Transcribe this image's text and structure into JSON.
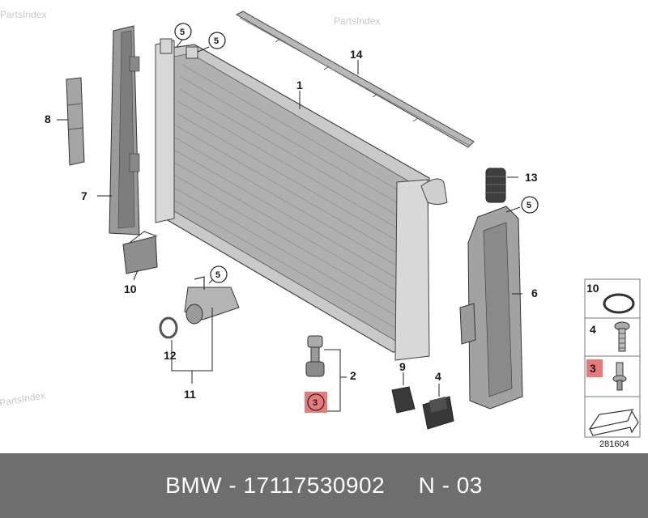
{
  "watermarks": [
    "PartsIndex",
    "PartsIndex",
    "PartsIndex"
  ],
  "callouts": {
    "c1": "1",
    "c2": "2",
    "c3": "3",
    "c4": "4",
    "c5a": "5",
    "c5b": "5",
    "c5c": "5",
    "c5d": "5",
    "c6": "6",
    "c7": "7",
    "c8": "8",
    "c9": "9",
    "c10": "10",
    "c11": "11",
    "c12": "12",
    "c13": "13",
    "c14": "14"
  },
  "highlight_color": "#e87a7a",
  "legend": {
    "items": [
      {
        "number": "10",
        "icon": "o-ring-icon"
      },
      {
        "number": "4",
        "icon": "screw-icon"
      },
      {
        "number": "3",
        "icon": "bolt-icon"
      }
    ],
    "code": "281604"
  },
  "footer": {
    "brand": "BMW",
    "separator1": " - ",
    "part_number": "17117530902",
    "gap": "     ",
    "position": "N - 03"
  }
}
